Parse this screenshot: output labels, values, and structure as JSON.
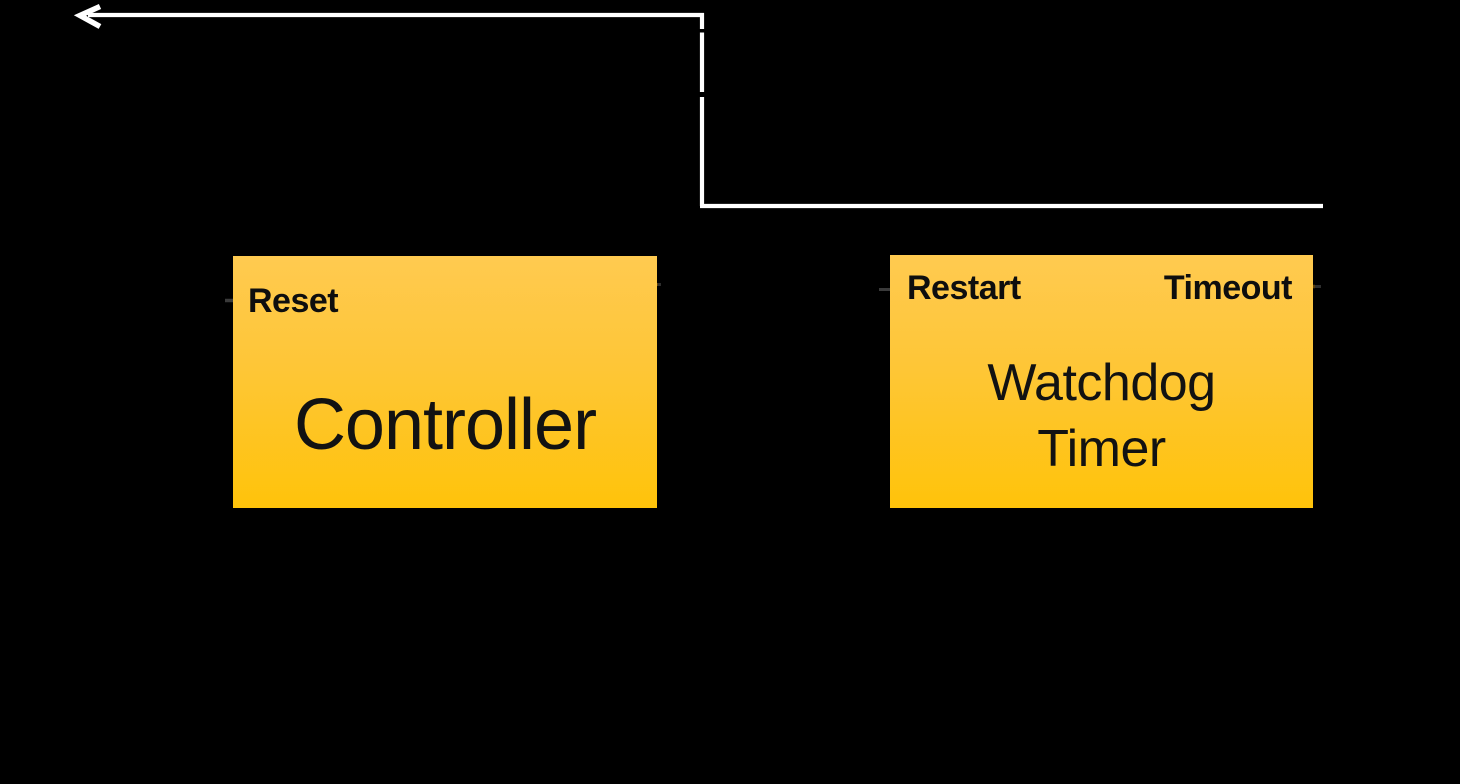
{
  "diagram": {
    "background_color": "#000000",
    "colors": {
      "connector": "#FFFFFF",
      "box_gradient_top": "#FFCA50",
      "box_gradient_mid": "#FEC636",
      "box_gradient_bottom": "#FFC30A",
      "label_text": "#111111",
      "port_tick_on_yellow": "#5B3F08",
      "port_tick_on_black": "#3A3A3A"
    },
    "controller": {
      "title": "Controller",
      "reset_label": "Reset"
    },
    "watchdog": {
      "title_line1": "Watchdog",
      "title_line2": "Timer",
      "restart_label": "Restart",
      "timeout_label": "Timeout"
    }
  }
}
